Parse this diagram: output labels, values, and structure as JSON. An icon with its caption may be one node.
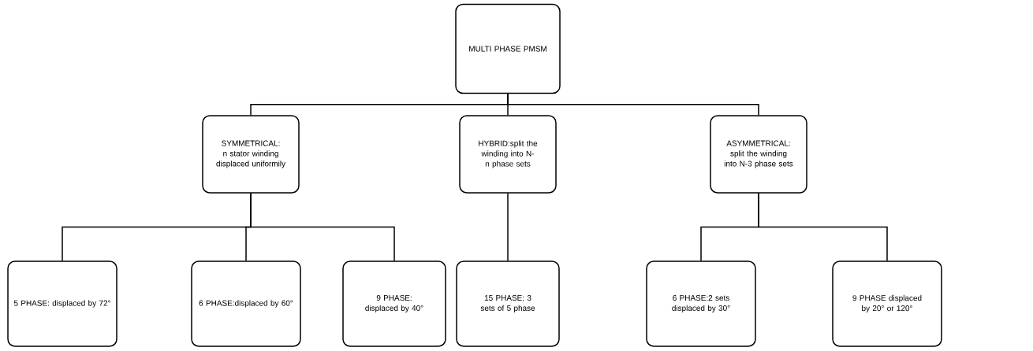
{
  "diagram": {
    "nodes": [
      {
        "text": [
          "MULTI PHASE PMSM"
        ]
      },
      {
        "text": [
          "SYMMETRICAL: n stator winding displaced uniformily"
        ]
      },
      {
        "text": [
          "HYBRID:split the winding into N-n phase sets"
        ]
      },
      {
        "text": [
          "ASYMMETRICAL: split the winding into N-3 phase sets"
        ]
      },
      {
        "text": [
          "5 PHASE: displaced by 72°"
        ]
      },
      {
        "text": [
          "6 PHASE:displaced by 60°"
        ]
      },
      {
        "text": [
          "9 PHASE: displaced by 40°"
        ]
      },
      {
        "text": [
          "15 PHASE: 3 sets of 5 phase"
        ]
      },
      {
        "text": [
          "6 PHASE:2 sets displaced by 30°"
        ]
      },
      {
        "text": [
          "9 PHASE displaced by 20° or 120°"
        ]
      }
    ],
    "edges": [
      {
        "from": 0,
        "to": 1,
        "arrow": "none"
      },
      {
        "from": 0,
        "to": 2,
        "arrow": "none"
      },
      {
        "from": 0,
        "to": 3,
        "arrow": "none"
      },
      {
        "from": 1,
        "to": 4,
        "arrow": "none"
      },
      {
        "from": 1,
        "to": 5,
        "arrow": "none"
      },
      {
        "from": 1,
        "to": 6,
        "arrow": "none"
      },
      {
        "from": 2,
        "to": 7,
        "arrow": "none"
      },
      {
        "from": 3,
        "to": 8,
        "arrow": "none"
      },
      {
        "from": 3,
        "to": 9,
        "arrow": "none"
      }
    ]
  }
}
